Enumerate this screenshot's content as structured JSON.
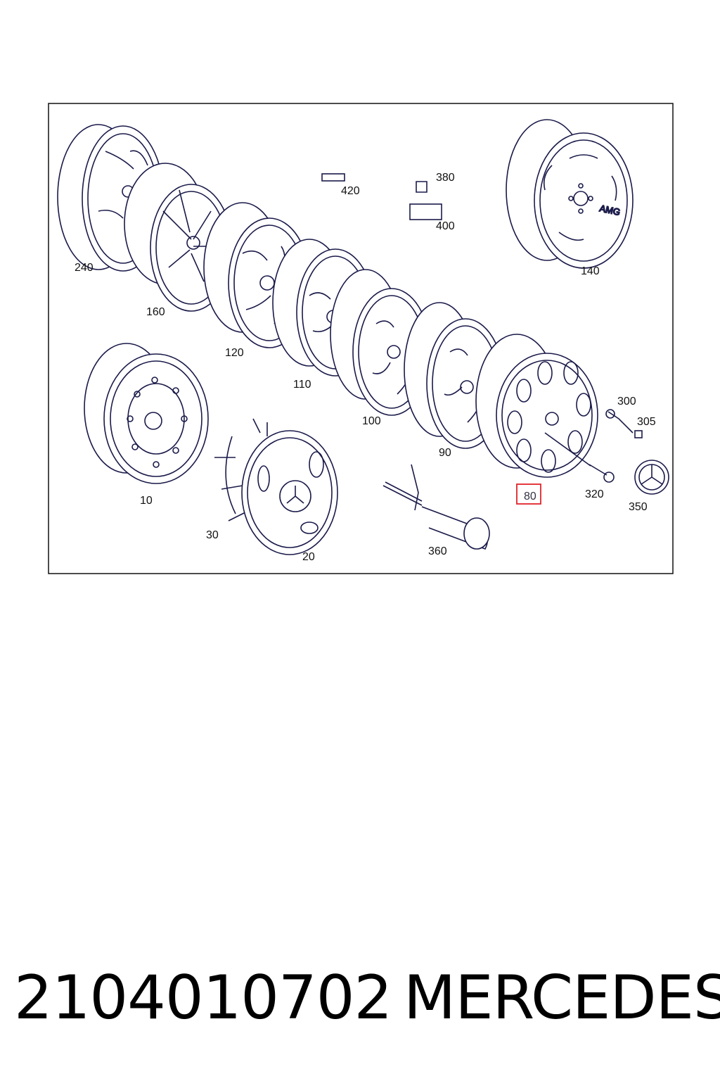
{
  "diagram": {
    "callouts": [
      {
        "id": "240",
        "text": "240"
      },
      {
        "id": "160",
        "text": "160"
      },
      {
        "id": "120",
        "text": "120"
      },
      {
        "id": "110",
        "text": "110"
      },
      {
        "id": "100",
        "text": "100"
      },
      {
        "id": "90",
        "text": "90"
      },
      {
        "id": "80",
        "text": "80",
        "highlighted": true
      },
      {
        "id": "140",
        "text": "140"
      },
      {
        "id": "420",
        "text": "420"
      },
      {
        "id": "380",
        "text": "380"
      },
      {
        "id": "400",
        "text": "400"
      },
      {
        "id": "300",
        "text": "300"
      },
      {
        "id": "305",
        "text": "305"
      },
      {
        "id": "320",
        "text": "320"
      },
      {
        "id": "350",
        "text": "350"
      },
      {
        "id": "360",
        "text": "360"
      },
      {
        "id": "10",
        "text": "10"
      },
      {
        "id": "20",
        "text": "20"
      },
      {
        "id": "30",
        "text": "30"
      }
    ],
    "wheel_badge_text": "AMG",
    "highlight_color": "#e0242a",
    "line_color": "#1a1a4a"
  },
  "footer": {
    "part_number": "2104010702",
    "brand": "MERCEDES"
  }
}
